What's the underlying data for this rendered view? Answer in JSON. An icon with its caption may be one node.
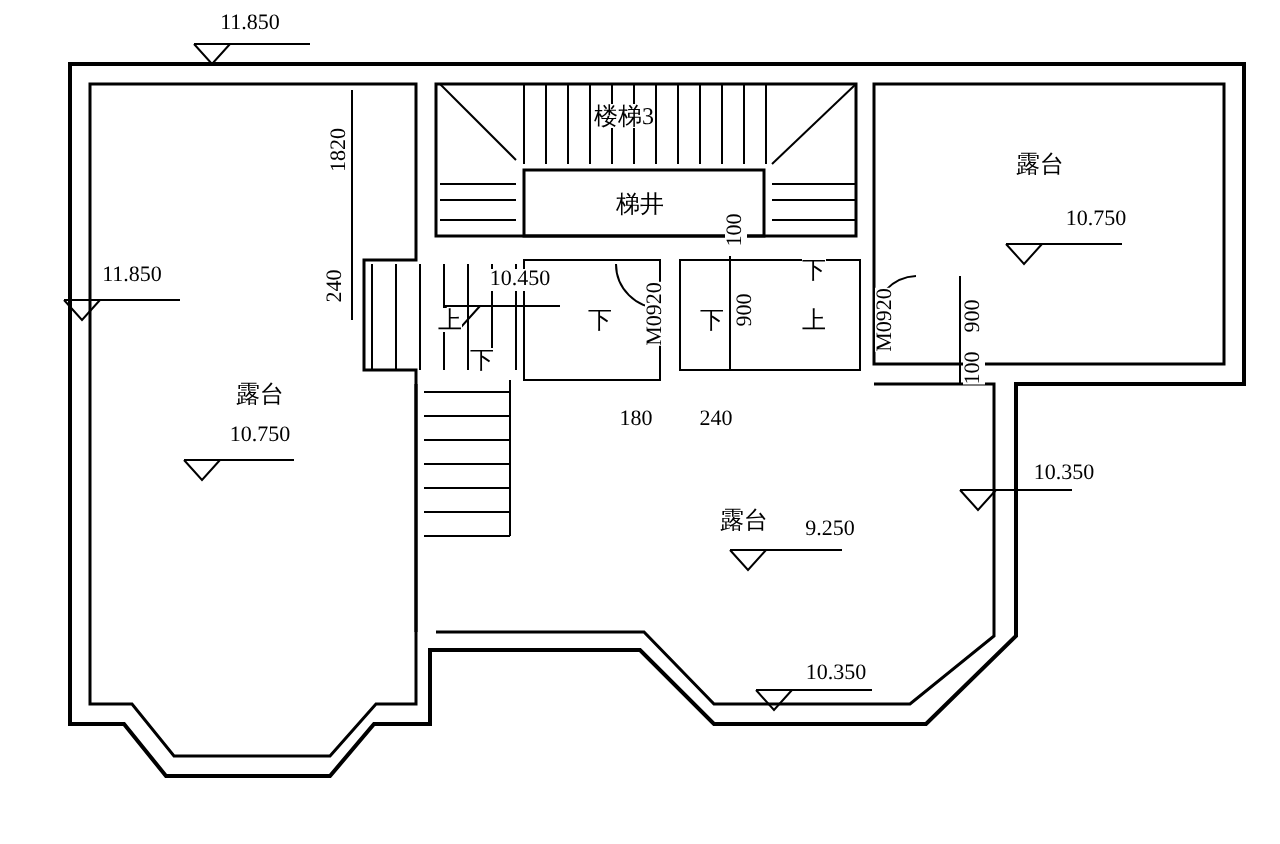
{
  "diagram": {
    "labels": [
      "11.850",
      "楼梯3",
      "1820",
      "露台",
      "梯井",
      "10.750",
      "100",
      "10.450",
      "下",
      "240",
      "11.850",
      "下",
      "M0920",
      "900",
      "下",
      "上",
      "上",
      "M0920",
      "900",
      "100",
      "下",
      "露台",
      "180",
      "240",
      "10.750",
      "10.350",
      "露台",
      "9.250",
      "10.350"
    ]
  }
}
